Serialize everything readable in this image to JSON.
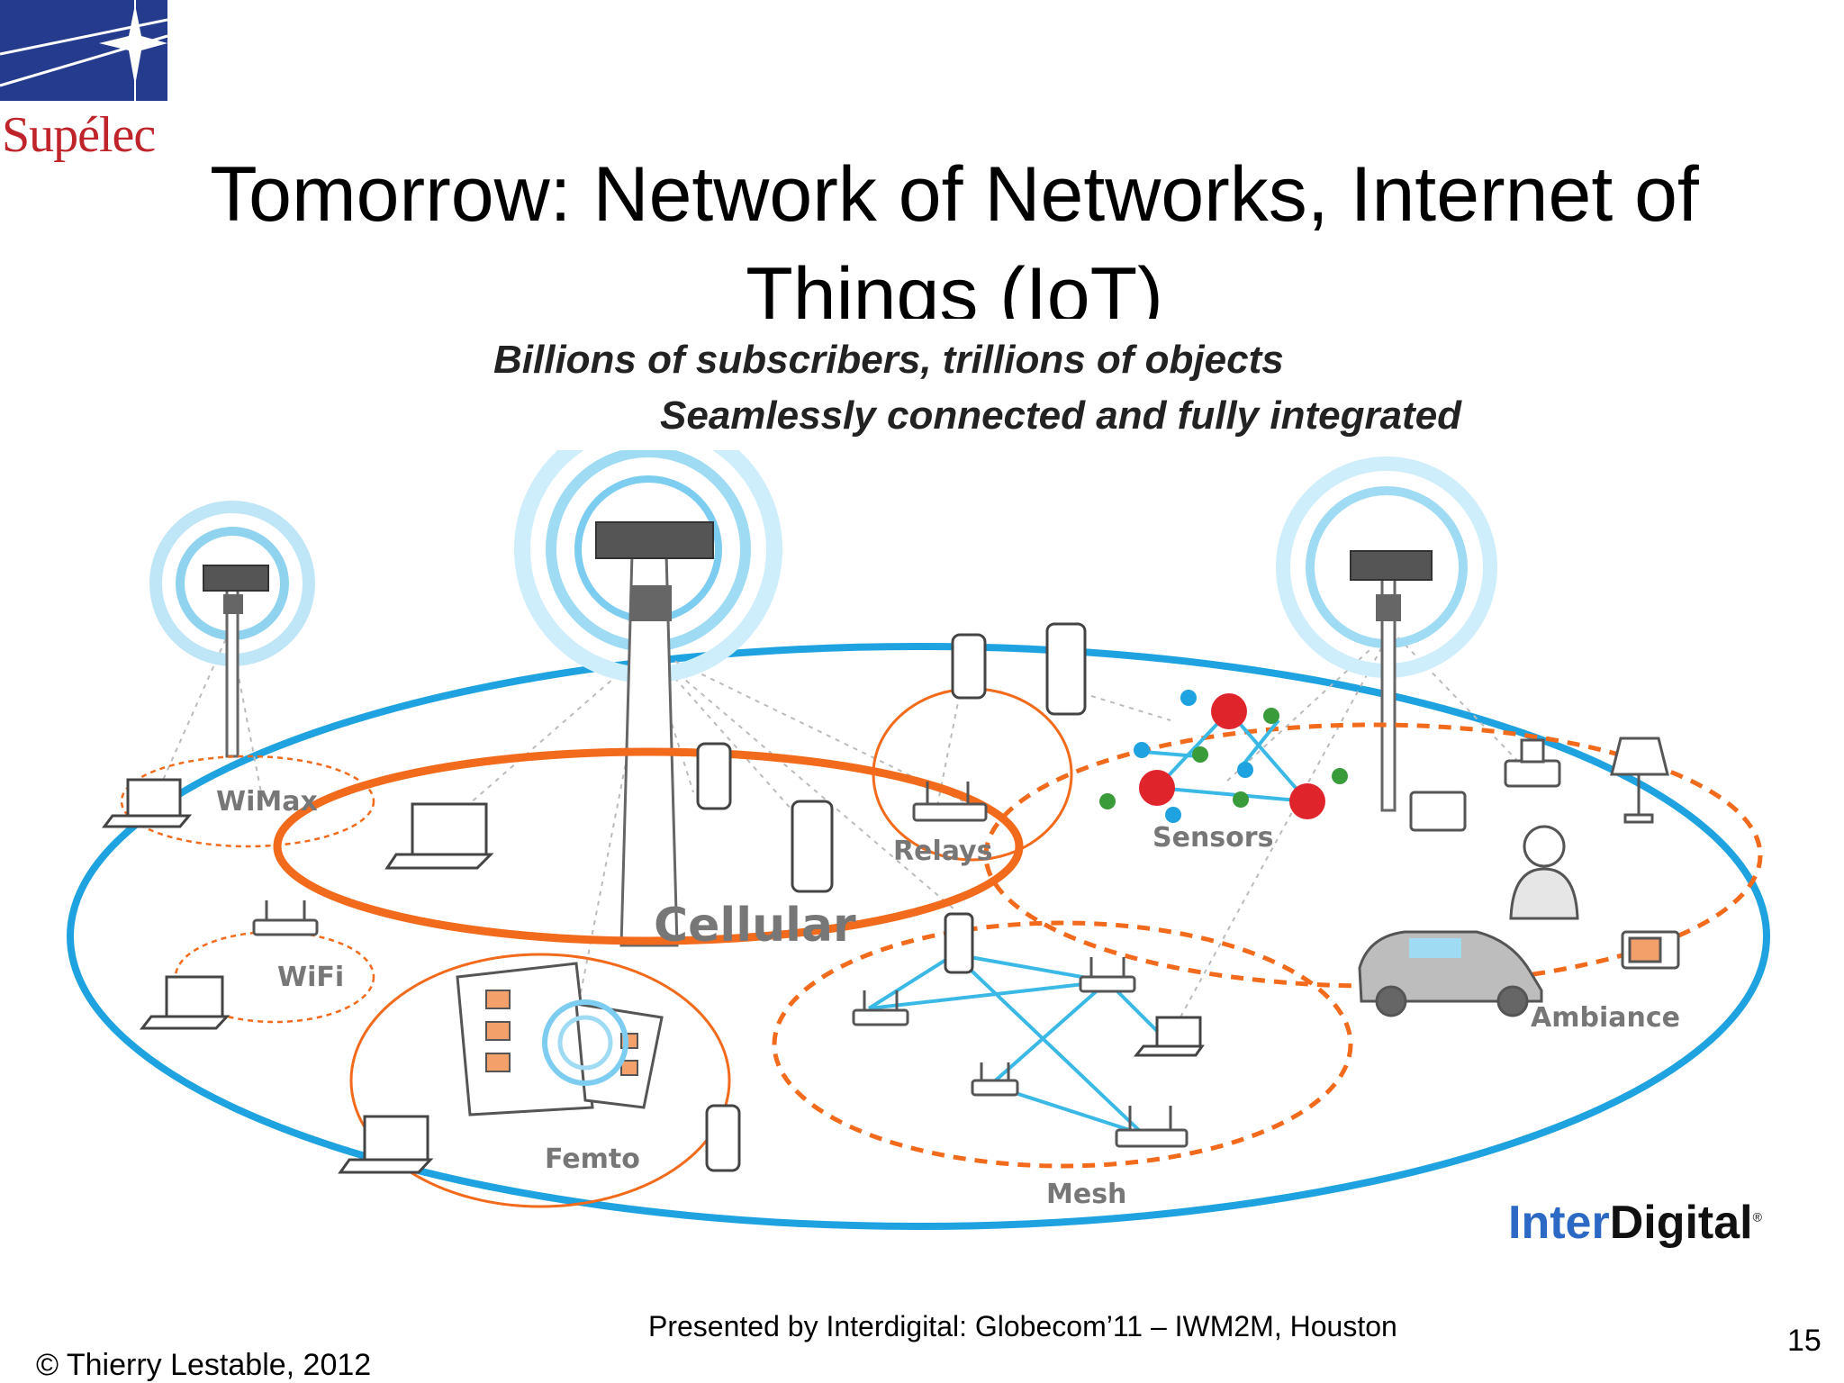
{
  "logo": {
    "text": "Supélec"
  },
  "title": "Tomorrow: Network of Networks, Internet of Things (IoT)",
  "subtitle": {
    "line1": "Billions of subscribers, trillions of objects",
    "line2": "Seamlessly connected and fully integrated"
  },
  "diagram": {
    "labels": {
      "wimax": "WiMax",
      "cellular": "Cellular",
      "relays": "Relays",
      "sensors": "Sensors",
      "wifi": "WiFi",
      "femto": "Femto",
      "mesh": "Mesh",
      "ambiance": "Ambiance"
    },
    "colors": {
      "outer_ring": "#1ea3e0",
      "cellular_ring": "#f26a1b",
      "dashed_ring": "#f26a1b",
      "mesh_links": "#3bb9e6",
      "sensor_node_red": "#e0242b",
      "sensor_node_green": "#3a9b3a",
      "sensor_node_blue": "#1ea3e0"
    }
  },
  "brand": {
    "inter": "Inter",
    "digital": "Digital",
    "mark": "®"
  },
  "footer": {
    "presented": "Presented by Interdigital: Globecom’11 – IWM2M, Houston",
    "copyright": "© Thierry Lestable, 2012",
    "page": "15"
  }
}
